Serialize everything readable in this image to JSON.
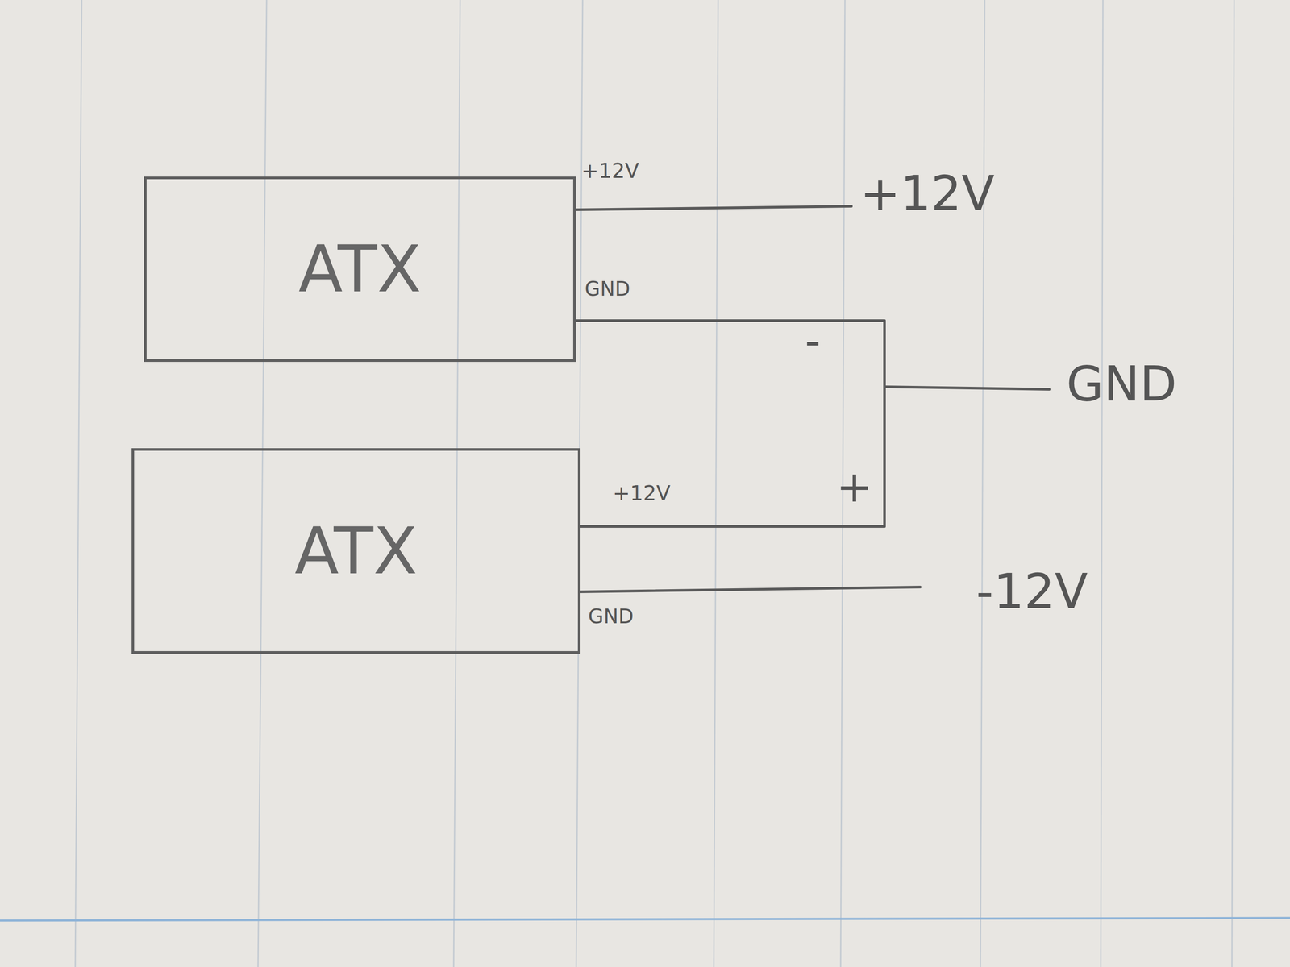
{
  "diagram": {
    "nodes": [
      {
        "text": [
          "ATX"
        ]
      },
      {
        "text": [
          "ATX"
        ]
      }
    ],
    "edges": [
      {
        "from": 0,
        "to": 1,
        "arrow": "none"
      }
    ],
    "labels": [
      "+12V",
      "+12V",
      "GND",
      "-",
      "GND",
      "+12V",
      "+",
      "-12V",
      "GND"
    ]
  }
}
